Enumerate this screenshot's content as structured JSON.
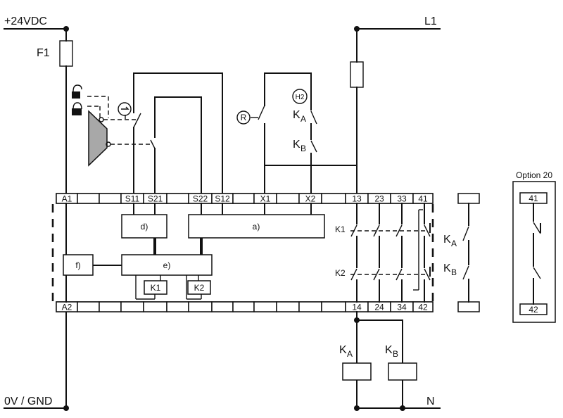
{
  "supply": {
    "dc_positive": "+24VDC",
    "fuse_dc": "F1",
    "dc_ground": "0V / GND",
    "ac_line": "L1",
    "ac_neutral": "N"
  },
  "top_terminals": [
    "A1",
    "S11",
    "S21",
    "S22",
    "S12",
    "X1",
    "X2",
    "13",
    "23",
    "33",
    "41"
  ],
  "bottom_terminals": [
    "A2",
    "14",
    "24",
    "34",
    "42"
  ],
  "blocks": {
    "a": "a)",
    "d": "d)",
    "e": "e)",
    "f": "f)",
    "k1": "K1",
    "k2": "K2"
  },
  "contact_labels": {
    "k1": "K1",
    "k2": "K2"
  },
  "field_devices": {
    "reset": "R",
    "lamp": "H2"
  },
  "ext_contacts": {
    "series_top": {
      "main": "K",
      "sub": "A"
    },
    "series_bottom": {
      "main": "K",
      "sub": "B"
    },
    "side_top": {
      "main": "K",
      "sub": "A"
    },
    "side_bottom": {
      "main": "K",
      "sub": "B"
    },
    "coil_a": {
      "main": "K",
      "sub": "A"
    },
    "coil_b": {
      "main": "K",
      "sub": "B"
    }
  },
  "option": {
    "title": "Option 20",
    "top": "41",
    "bottom": "42"
  }
}
